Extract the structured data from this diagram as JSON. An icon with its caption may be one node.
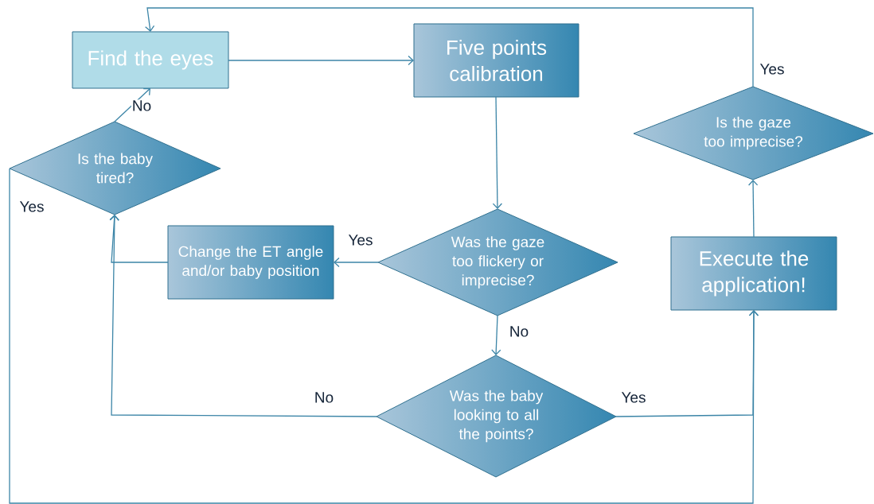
{
  "diagram": {
    "nodes": [
      {
        "text": [
          "Find the eyes"
        ]
      },
      {
        "text": [
          "Five points calibration"
        ]
      },
      {
        "text": [
          "Is the baby tired?"
        ]
      },
      {
        "text": [
          "Change the ET angle and/or baby position"
        ]
      },
      {
        "text": [
          "Was the gaze too flickery or imprecise?"
        ]
      },
      {
        "text": [
          "Was the baby looking to all the points?"
        ]
      },
      {
        "text": [
          "Execute the application!"
        ]
      },
      {
        "text": [
          "Is the gaze too imprecise?"
        ]
      }
    ],
    "edges": [
      {
        "from": 0,
        "to": 1,
        "arrow": "to"
      },
      {
        "from": 1,
        "to": 4,
        "arrow": "to"
      },
      {
        "from": 4,
        "to": 3,
        "arrow": "to",
        "label": "Yes"
      },
      {
        "from": 4,
        "to": 5,
        "arrow": "to",
        "label": "No"
      },
      {
        "from": 3,
        "to": 2,
        "arrow": "to"
      },
      {
        "from": 5,
        "to": 2,
        "arrow": "to",
        "label": "No"
      },
      {
        "from": 5,
        "to": 6,
        "arrow": "to",
        "label": "Yes"
      },
      {
        "from": 2,
        "to": 0,
        "arrow": "to",
        "label": "No"
      },
      {
        "from": 2,
        "to": 6,
        "arrow": "to",
        "label": "Yes"
      },
      {
        "from": 6,
        "to": 7,
        "arrow": "to"
      },
      {
        "from": 7,
        "to": 0,
        "arrow": "to",
        "label": "Yes"
      }
    ]
  }
}
